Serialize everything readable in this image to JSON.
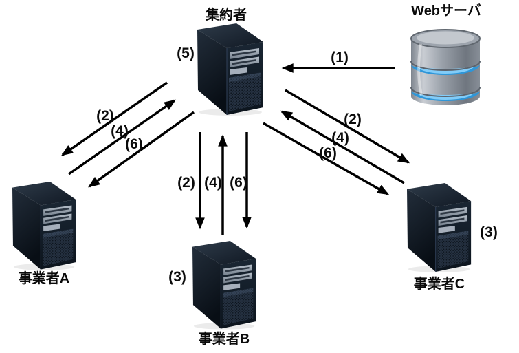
{
  "diagram": {
    "title": "aggregation-network-diagram",
    "nodes": {
      "aggregator": {
        "label": "集約者"
      },
      "web_server": {
        "label": "Webサーバ"
      },
      "provider_a": {
        "label": "事業者A"
      },
      "provider_b": {
        "label": "事業者B"
      },
      "provider_c": {
        "label": "事業者C"
      }
    },
    "steps": {
      "fetch_from_web": "(1)",
      "aggregate": "(5)",
      "left_group": [
        "(2)",
        "(4)",
        "(6)"
      ],
      "center_group": [
        "(2)",
        "(4)",
        "(6)"
      ],
      "right_group": [
        "(2)",
        "(4)",
        "(6)"
      ],
      "provider_b_step": "(3)",
      "provider_c_step": "(3)"
    },
    "colors": {
      "arrow": "#000000",
      "tower_body": "#0d161f",
      "db_band_blue": "#3da3e8",
      "background": "#ffffff"
    }
  }
}
